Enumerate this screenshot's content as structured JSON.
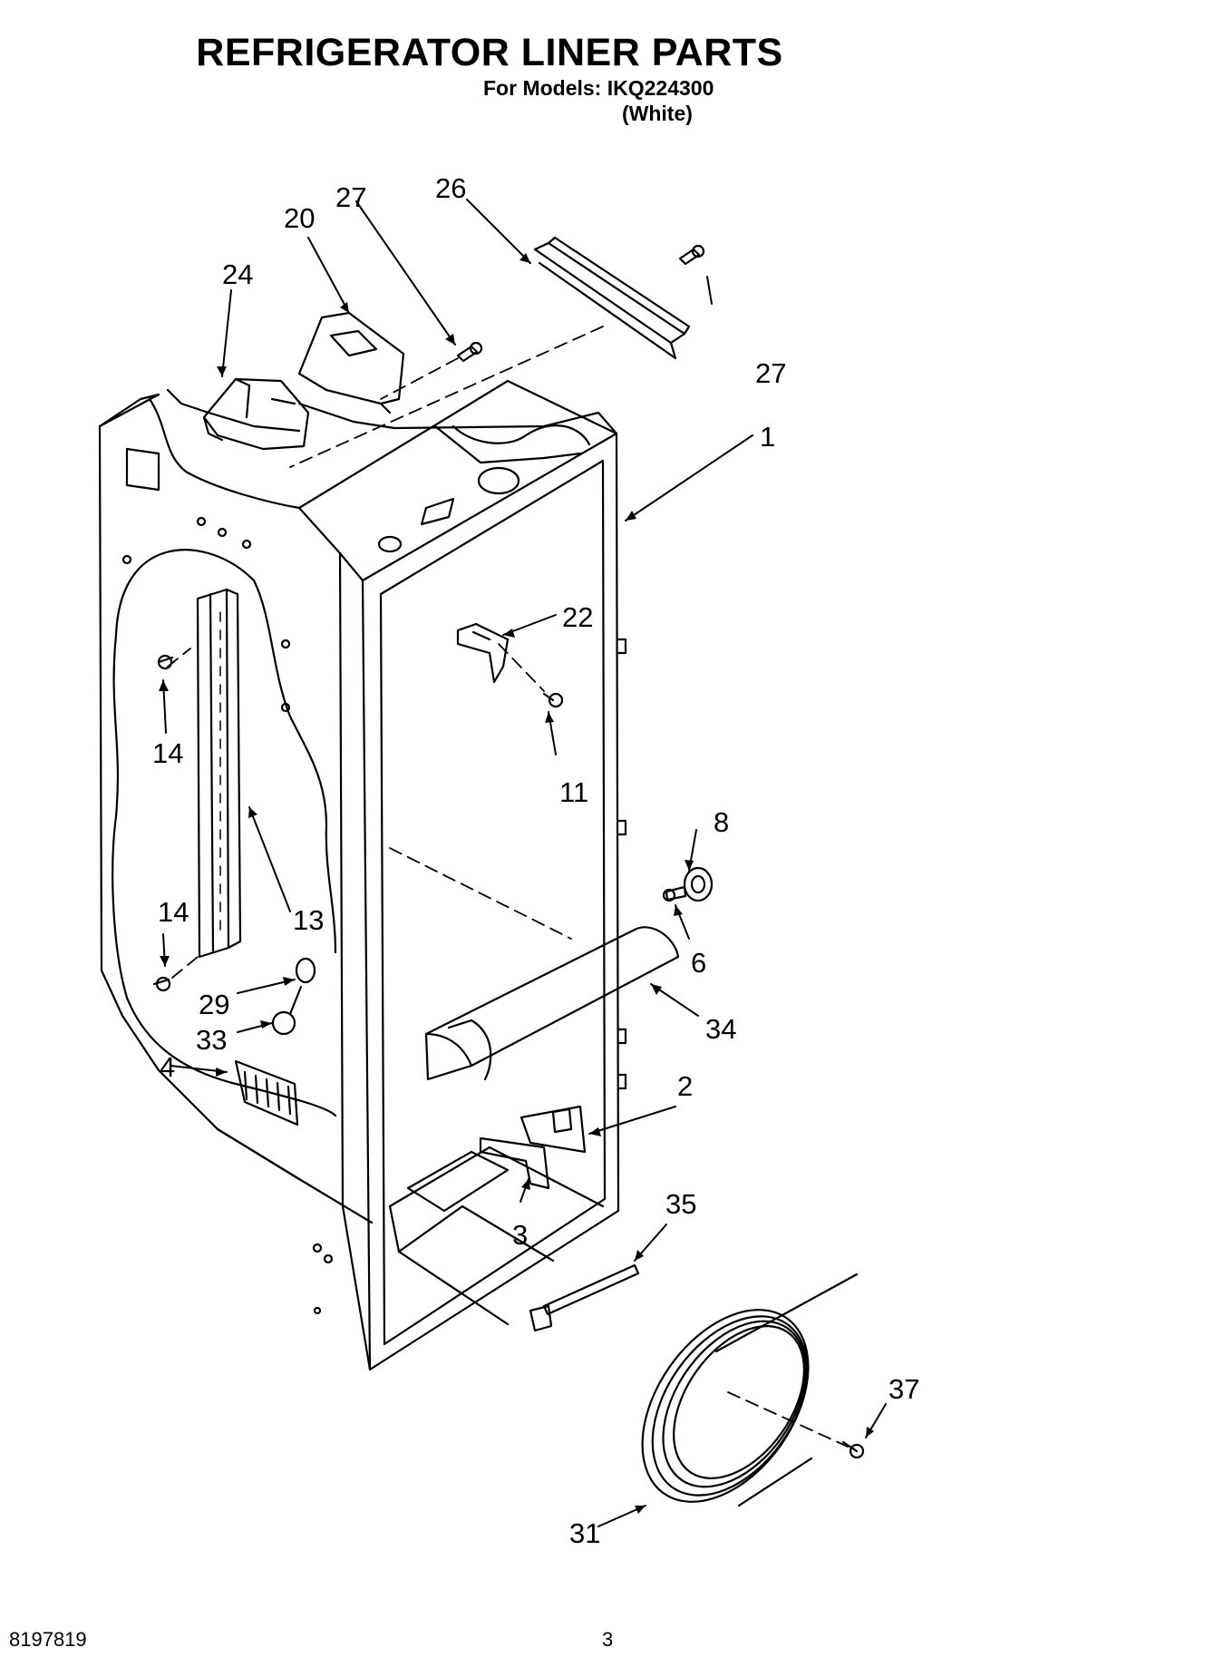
{
  "header": {
    "title": "REFRIGERATOR LINER PARTS",
    "models": "For Models: IKQ224300",
    "color": "(White)"
  },
  "callouts": {
    "c1": "1",
    "c2": "2",
    "c3": "3",
    "c4": "4",
    "c6": "6",
    "c8": "8",
    "c11": "11",
    "c13": "13",
    "c14a": "14",
    "c14b": "14",
    "c20": "20",
    "c22": "22",
    "c24": "24",
    "c26": "26",
    "c27a": "27",
    "c27b": "27",
    "c29": "29",
    "c31": "31",
    "c33": "33",
    "c34": "34",
    "c35": "35",
    "c37": "37"
  },
  "footer": {
    "part_number": "8197819",
    "page": "3"
  }
}
